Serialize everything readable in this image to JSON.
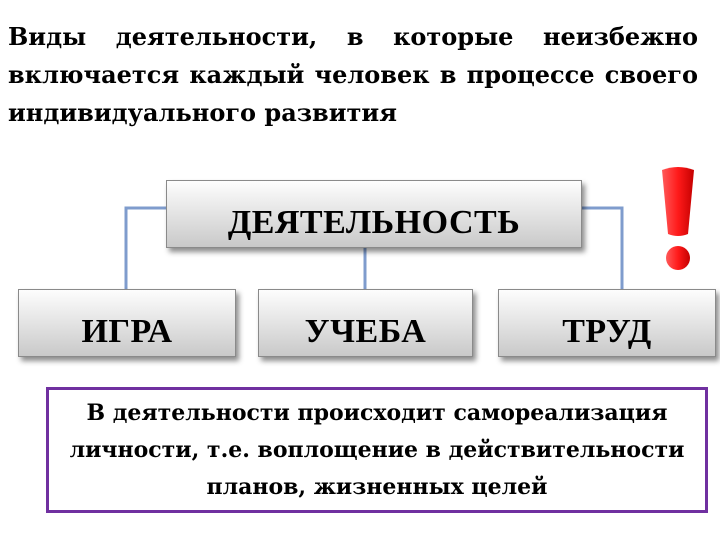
{
  "intro_text": "Виды деятельности, в которые неизбежно включается каждый человек в процессе своего индивидуального развития",
  "diagram": {
    "root": "ДЕЯТЕЛЬНОСТЬ",
    "children": [
      "ИГРА",
      "УЧЕБА",
      "ТРУД"
    ]
  },
  "note_text": "В деятельности происходит самореализация личности, т.е. воплощение в действительности планов, жизненных целей",
  "colors": {
    "connector": "#7f9ccd",
    "exclamation": "#ff1a1a",
    "note_border": "#7030a0"
  },
  "icons": [
    "exclamation-icon"
  ]
}
